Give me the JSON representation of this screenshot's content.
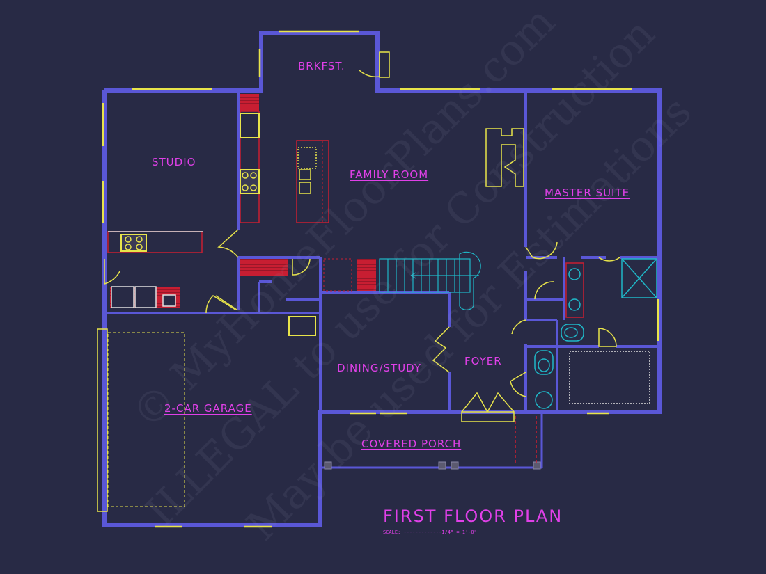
{
  "rooms": {
    "breakfast": "BRKFST.",
    "studio": "STUDIO",
    "family_room": "FAMILY ROOM",
    "master_suite": "MASTER SUITE",
    "dining_study": "DINING/STUDY",
    "foyer": "FOYER",
    "garage": "2-CAR GARAGE",
    "covered_porch": "COVERED PORCH"
  },
  "title": "FIRST FLOOR PLAN",
  "scale": "SCALE: -------------1/4\" = 1'-0\"",
  "watermark": {
    "line1": "© MyHomeFloorPlans.com",
    "line2": "ILLEGAL to use for Construction",
    "line3": "May be used for Estimations"
  },
  "colors": {
    "wall": "#5a57d6",
    "window": "#e8e44a",
    "cabinet": "#c81e32",
    "stair": "#1fb8c8",
    "label": "#e040e8",
    "background": "#282a45"
  }
}
